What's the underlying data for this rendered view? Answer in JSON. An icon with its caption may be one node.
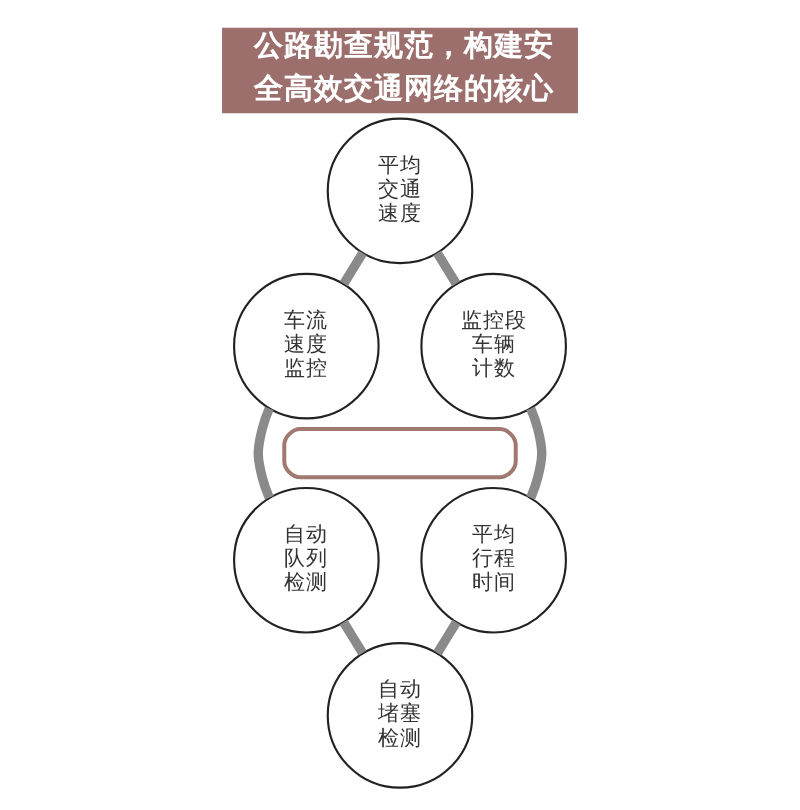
{
  "diagram": {
    "title": "公路勘查规范，构建安全高效交通网络的核心",
    "nodes": [
      {
        "text": [
          "平均交通速度"
        ]
      },
      {
        "text": [
          "车流速度监控"
        ]
      },
      {
        "text": [
          "监控段车辆计数"
        ]
      },
      {
        "text": [],
        "shape": "box"
      },
      {
        "text": [
          "自动队列检测"
        ]
      },
      {
        "text": [
          "平均行程时间"
        ]
      },
      {
        "text": [
          "自动堵塞检测"
        ]
      }
    ],
    "edges": [
      {
        "from": 0,
        "to": 1,
        "arrow": "none"
      },
      {
        "from": 0,
        "to": 2,
        "arrow": "none"
      },
      {
        "from": 1,
        "to": 4,
        "arrow": "none"
      },
      {
        "from": 2,
        "to": 5,
        "arrow": "none"
      },
      {
        "from": 4,
        "to": 6,
        "arrow": "none"
      },
      {
        "from": 5,
        "to": 6,
        "arrow": "none"
      }
    ]
  }
}
